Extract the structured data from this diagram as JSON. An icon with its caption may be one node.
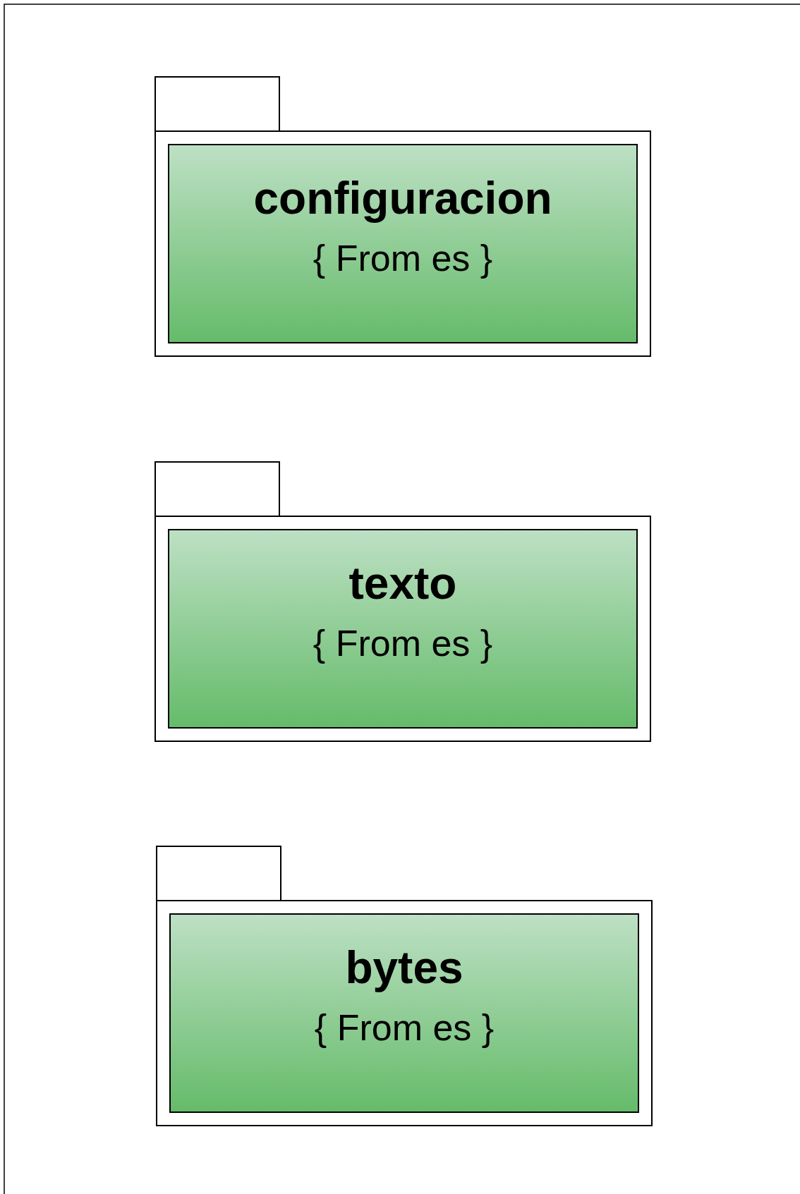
{
  "diagram": {
    "nodes": [
      {
        "text": [
          "configuracion",
          "{ From es }"
        ]
      },
      {
        "text": [
          "texto",
          "{ From es }"
        ]
      },
      {
        "text": [
          "bytes",
          "{ From es }"
        ]
      }
    ]
  }
}
